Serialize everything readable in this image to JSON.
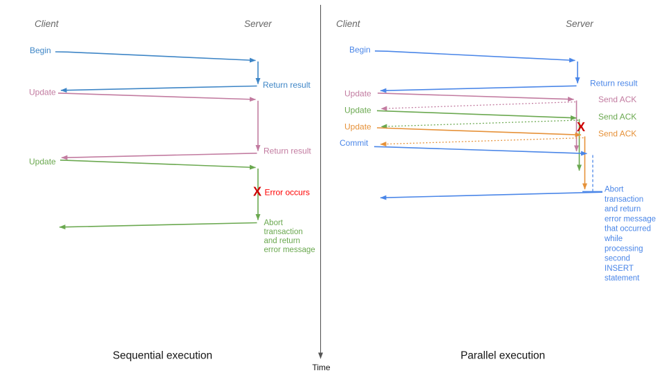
{
  "colors": {
    "blue_left": "#3d85c6",
    "blue_right": "#4a86e8",
    "pink": "#c27ba0",
    "green": "#6aa84f",
    "orange": "#e69138",
    "red_x": "#cc0000",
    "red_text": "#ff0000",
    "header_gray": "#666666",
    "axis_gray": "#555555",
    "caption_black": "#141414"
  },
  "timeline": {
    "label": "Time"
  },
  "left": {
    "client_header": "Client",
    "server_header": "Server",
    "begin_label": "Begin",
    "return_result_1": "Return result",
    "update_1_label": "Update",
    "return_result_2": "Return result",
    "update_2_label": "Update",
    "error_x": "X",
    "error_label": "Error occurs",
    "abort_lines": [
      "Abort",
      "transaction",
      "and return",
      "error message"
    ],
    "caption": "Sequential execution"
  },
  "right": {
    "client_header": "Client",
    "server_header": "Server",
    "begin_label": "Begin",
    "return_result": "Return result",
    "update_1_label": "Update",
    "send_ack_1": "Send ACK",
    "update_2_label": "Update",
    "send_ack_2": "Send ACK",
    "update_3_label": "Update",
    "send_ack_3": "Send ACK",
    "commit_label": "Commit",
    "error_x": "X",
    "abort_lines": [
      "Abort",
      "transaction",
      "and return",
      "error message",
      "that occurred",
      "while",
      "processing",
      "second",
      "INSERT",
      "statement"
    ],
    "caption": "Parallel execution"
  }
}
